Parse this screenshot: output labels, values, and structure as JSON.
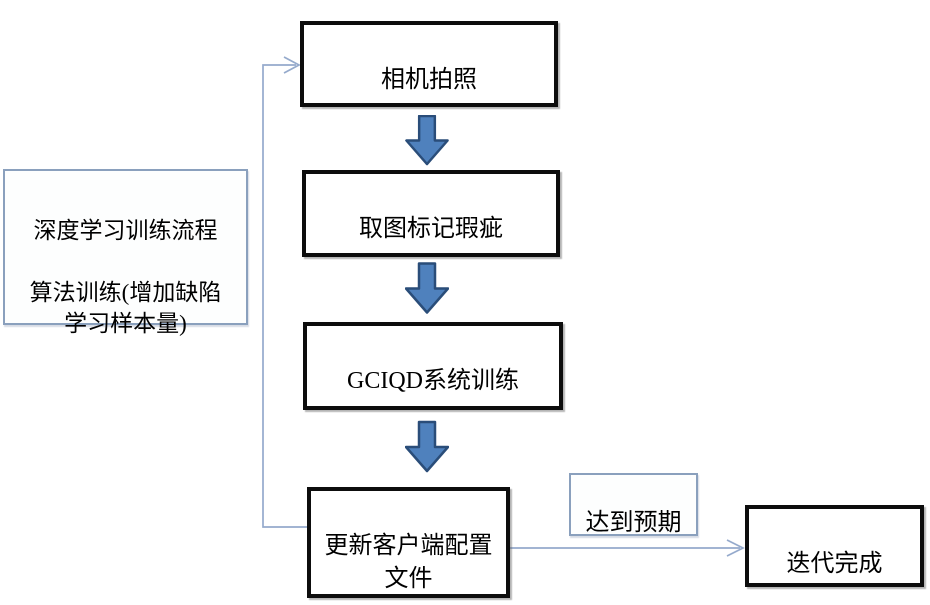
{
  "diagram": {
    "title_hint": "深度学习训练流程图",
    "side_note": {
      "text": "深度学习训练流程\n\n算法训练(增加缺陷\n学习样本量)"
    },
    "nodes": {
      "camera": {
        "label": "相机拍照"
      },
      "mark_defects": {
        "label": "取图标记瑕疵"
      },
      "gciqd": {
        "label": "GCIQD系统训练"
      },
      "update_config": {
        "label": "更新客户端配置\n文件"
      },
      "result": {
        "label": "迭代完成"
      }
    },
    "condition_label": {
      "text": "达到预期"
    },
    "colors": {
      "background": "#ffffff",
      "text": "#000000",
      "flow_box_border": "#0d0d0d",
      "note_border": "#8aa0bd",
      "connector": "#95aacc",
      "block_arrow_fill": "#4f81bd",
      "block_arrow_stroke": "#2a4d79"
    }
  }
}
